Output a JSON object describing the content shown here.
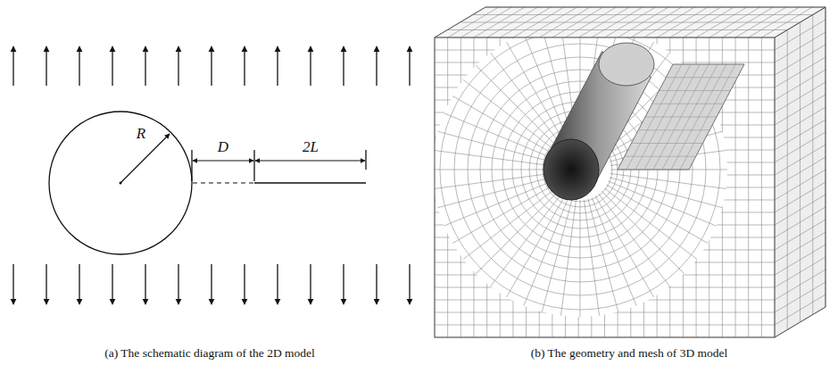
{
  "diagram": {
    "labels": [
      "R",
      "D",
      "2L",
      "(a) The schematic diagram of the 2D model",
      "(b) The geometry and mesh of 3D model"
    ]
  }
}
